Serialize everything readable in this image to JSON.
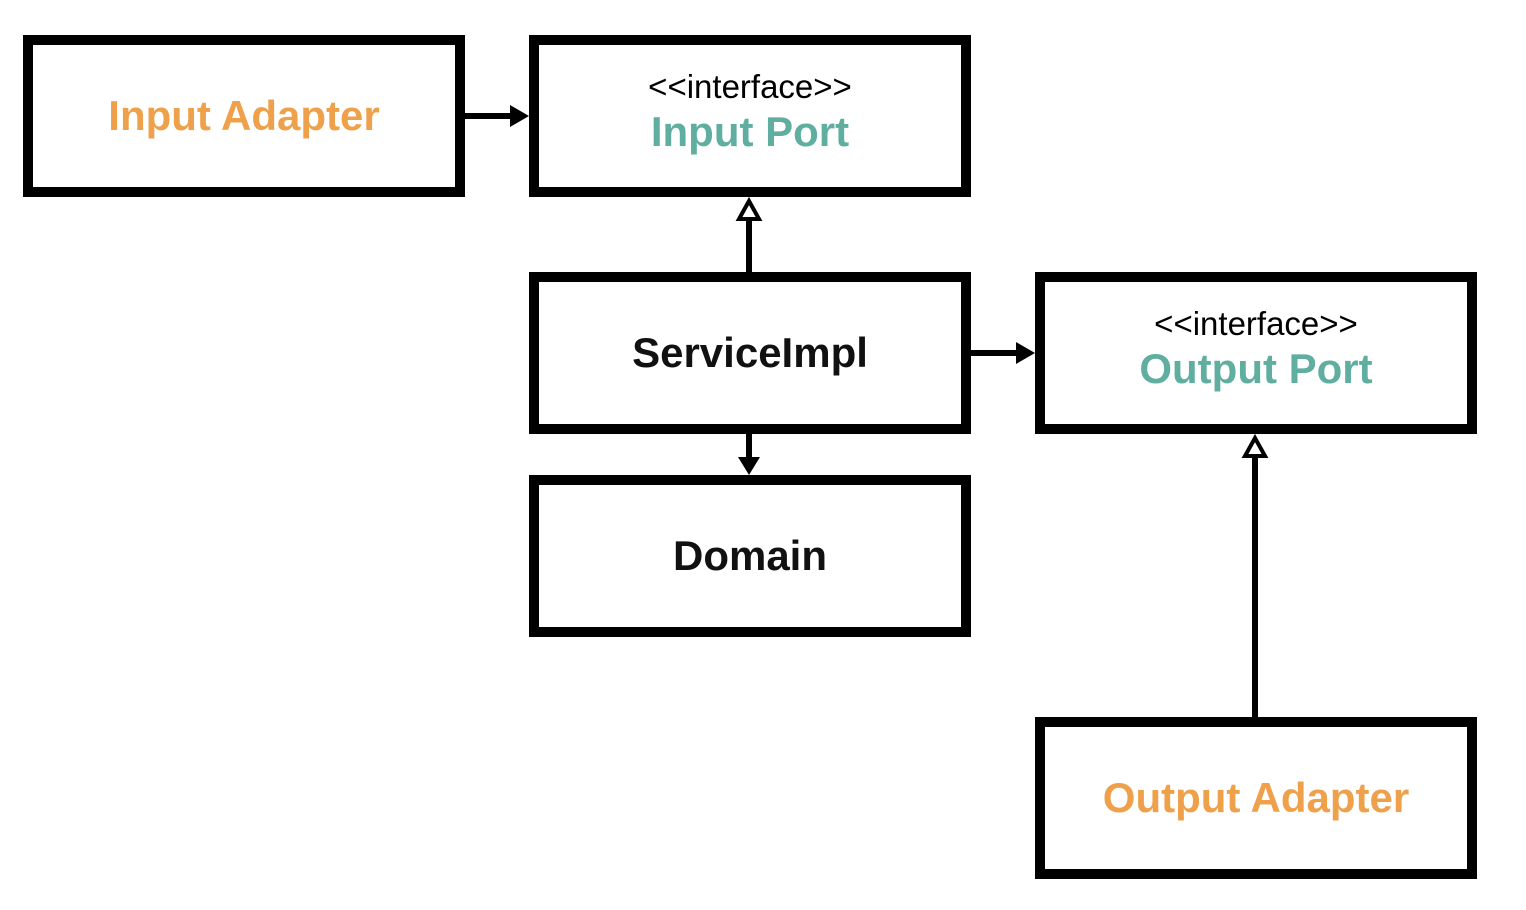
{
  "input_adapter": {
    "title": "Input Adapter"
  },
  "input_port": {
    "stereotype": "<<interface>>",
    "title": "Input Port"
  },
  "service_impl": {
    "title": "ServiceImpl"
  },
  "output_port": {
    "stereotype": "<<interface>>",
    "title": "Output Port"
  },
  "domain": {
    "title": "Domain"
  },
  "output_adapter": {
    "title": "Output Adapter"
  },
  "colors": {
    "adapter": "#EFA04A",
    "port": "#5FAEA0",
    "border": "#000000",
    "core_text": "#111111"
  },
  "edges": [
    {
      "from": "Input Adapter",
      "to": "Input Port",
      "arrow": "filled"
    },
    {
      "from": "ServiceImpl",
      "to": "Input Port",
      "arrow": "hollow-triangle"
    },
    {
      "from": "ServiceImpl",
      "to": "Output Port",
      "arrow": "filled"
    },
    {
      "from": "ServiceImpl",
      "to": "Domain",
      "arrow": "filled"
    },
    {
      "from": "Output Adapter",
      "to": "Output Port",
      "arrow": "hollow-triangle"
    }
  ]
}
